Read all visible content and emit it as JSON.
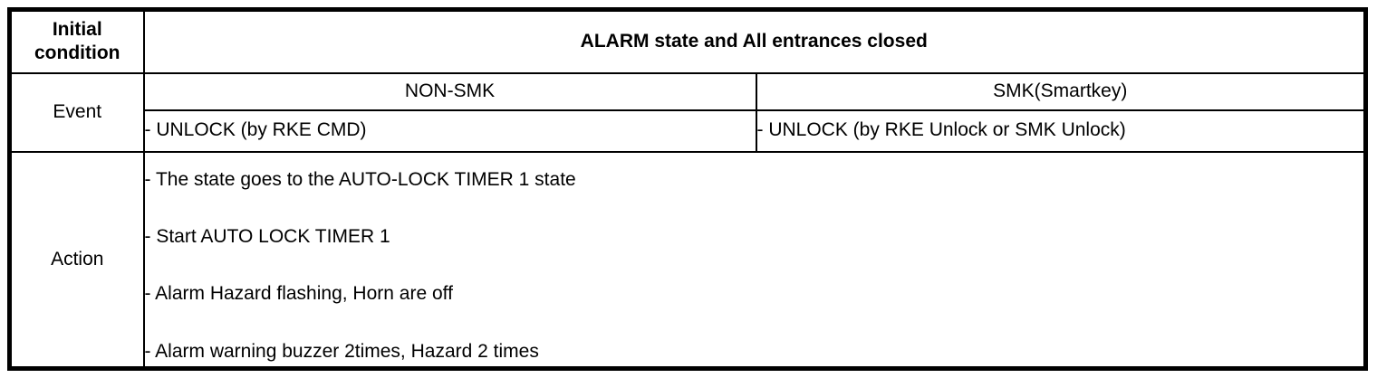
{
  "table": {
    "corner_label": "Initial condition",
    "header": "ALARM state and All entrances closed",
    "event_label": "Event",
    "action_label": "Action",
    "columns": [
      {
        "header": "NON-SMK",
        "event": "- UNLOCK (by RKE CMD)"
      },
      {
        "header": "SMK(Smartkey)",
        "event": "- UNLOCK (by RKE Unlock or SMK Unlock)"
      }
    ],
    "actions": [
      "- The state goes to the AUTO-LOCK TIMER 1 state",
      "- Start AUTO LOCK TIMER 1",
      "- Alarm Hazard flashing, Horn are off",
      "- Alarm warning buzzer 2times, Hazard 2 times"
    ],
    "border_color": "#000000",
    "background_color": "#ffffff"
  }
}
